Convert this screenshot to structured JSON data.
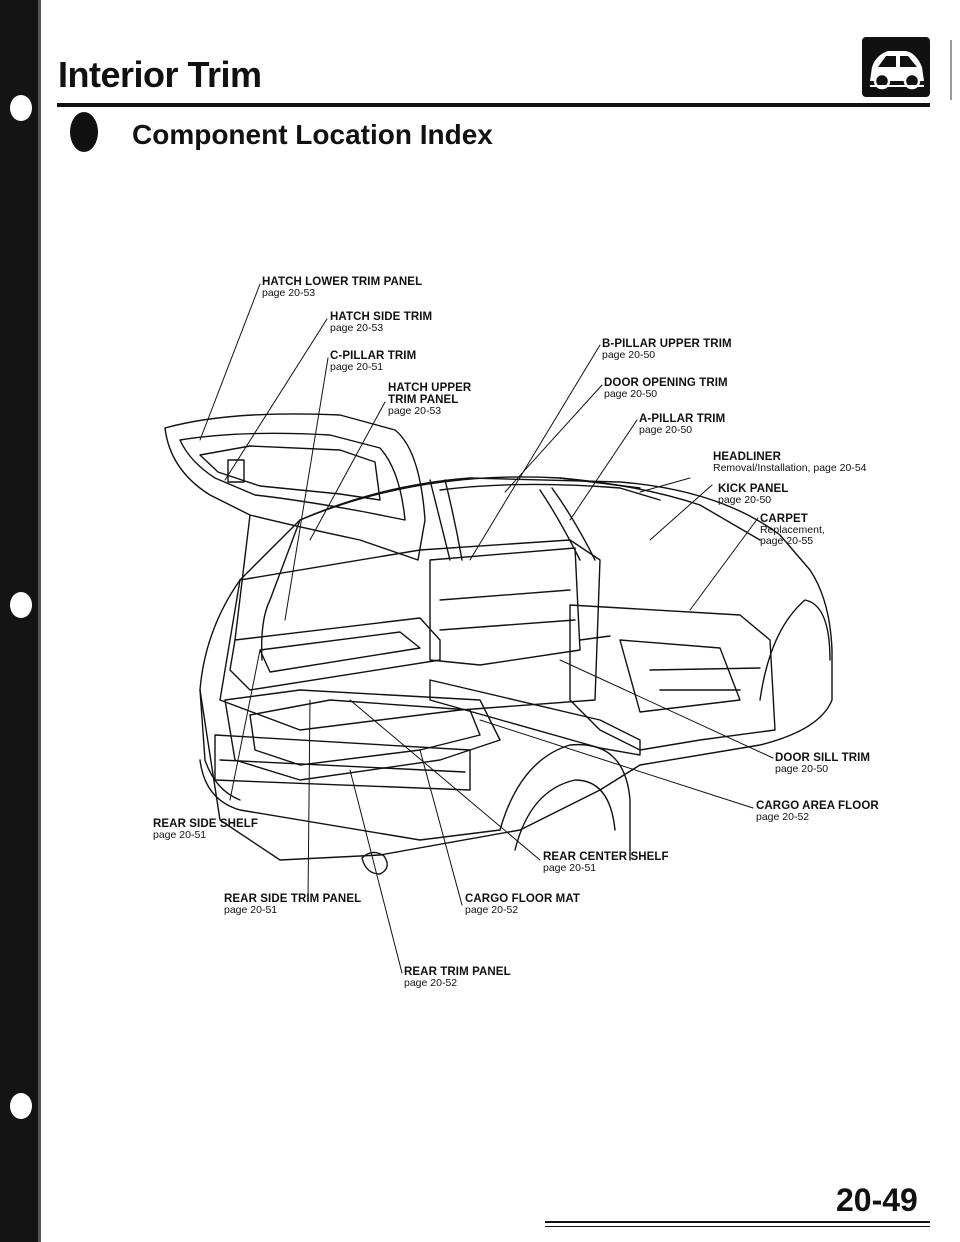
{
  "header": {
    "title": "Interior Trim",
    "subtitle": "Component Location Index"
  },
  "footer": {
    "page_number": "20-49"
  },
  "icons": {
    "header_logo": "car-hatchback-icon"
  },
  "callouts": [
    {
      "id": "hatch-lower-trim-panel",
      "name": "HATCH LOWER TRIM PANEL",
      "ref": "page 20-53"
    },
    {
      "id": "hatch-side-trim",
      "name": "HATCH SIDE TRIM",
      "ref": "page 20-53"
    },
    {
      "id": "c-pillar-trim",
      "name": "C-PILLAR TRIM",
      "ref": "page 20-51"
    },
    {
      "id": "hatch-upper-trim-panel",
      "name": "HATCH UPPER",
      "name2": "TRIM PANEL",
      "ref": "page 20-53"
    },
    {
      "id": "b-pillar-upper-trim",
      "name": "B-PILLAR UPPER TRIM",
      "ref": "page 20-50"
    },
    {
      "id": "door-opening-trim",
      "name": "DOOR OPENING TRIM",
      "ref": "page 20-50"
    },
    {
      "id": "a-pillar-trim",
      "name": "A-PILLAR TRIM",
      "ref": "page 20-50"
    },
    {
      "id": "headliner",
      "name": "HEADLINER",
      "ref": "Removal/Installation, page 20-54"
    },
    {
      "id": "kick-panel",
      "name": "KICK PANEL",
      "ref": "page 20-50"
    },
    {
      "id": "carpet",
      "name": "CARPET",
      "ref": "Replacement,",
      "ref2": "page 20-55"
    },
    {
      "id": "door-sill-trim",
      "name": "DOOR SILL TRIM",
      "ref": "page 20-50"
    },
    {
      "id": "cargo-area-floor",
      "name": "CARGO AREA FLOOR",
      "ref": "page 20-52"
    },
    {
      "id": "rear-side-shelf",
      "name": "REAR SIDE SHELF",
      "ref": "page 20-51"
    },
    {
      "id": "rear-center-shelf",
      "name": "REAR CENTER SHELF",
      "ref": "page 20-51"
    },
    {
      "id": "rear-side-trim-panel",
      "name": "REAR SIDE TRIM PANEL",
      "ref": "page 20-51"
    },
    {
      "id": "cargo-floor-mat",
      "name": "CARGO FLOOR MAT",
      "ref": "page 20-52"
    },
    {
      "id": "rear-trim-panel",
      "name": "REAR TRIM PANEL",
      "ref": "page 20-52"
    }
  ]
}
